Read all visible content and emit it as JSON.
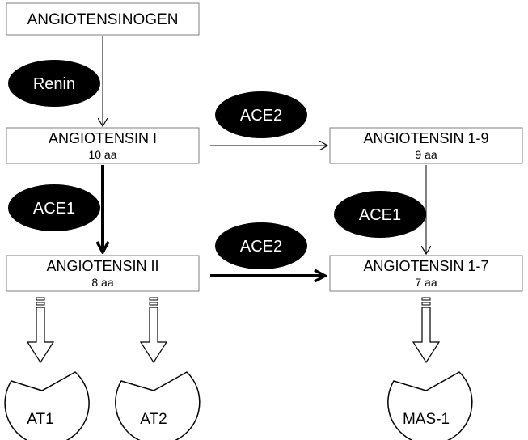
{
  "nodes": {
    "angiotensinogen": {
      "label": "ANGIOTENSINOGEN"
    },
    "ang1": {
      "label": "ANGIOTENSIN I",
      "sub": "10 aa"
    },
    "ang19": {
      "label": "ANGIOTENSIN 1-9",
      "sub": "9 aa"
    },
    "ang2": {
      "label": "ANGIOTENSIN II",
      "sub": "8 aa"
    },
    "ang17": {
      "label": "ANGIOTENSIN 1-7",
      "sub": "7 aa"
    }
  },
  "enzymes": {
    "renin": "Renin",
    "ace2_top": "ACE2",
    "ace1_left": "ACE1",
    "ace1_right": "ACE1",
    "ace2_bottom": "ACE2"
  },
  "receptors": {
    "at1": "AT1",
    "at2": "AT2",
    "mas1": "MAS-1"
  },
  "colors": {
    "enzyme_fill": "#000000",
    "enzyme_text": "#ffffff",
    "box_stroke": "#7f7f7f",
    "arrow": "#000000"
  }
}
